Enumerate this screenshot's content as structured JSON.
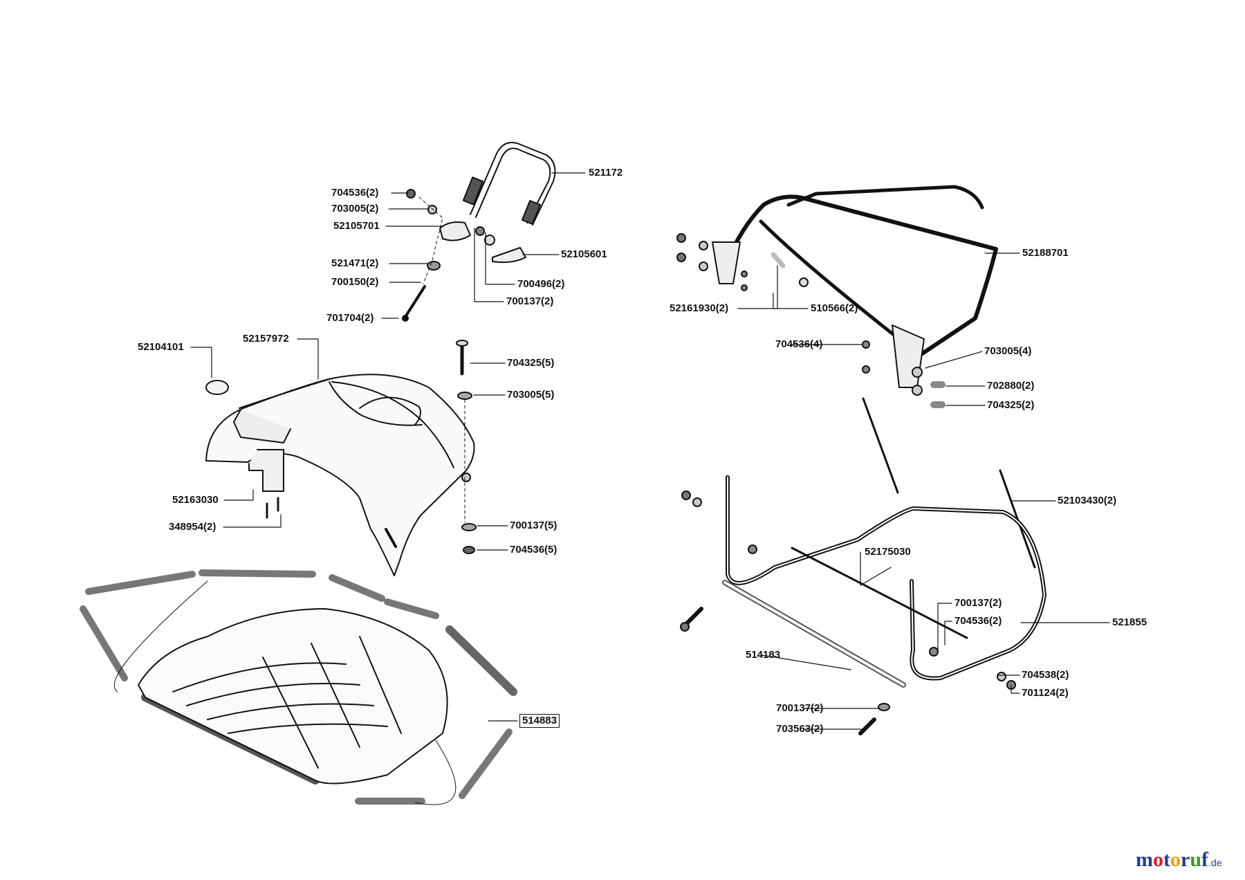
{
  "labels": [
    {
      "id": "521172",
      "text": "521172"
    },
    {
      "id": "704536-2-a",
      "text": "704536(2)"
    },
    {
      "id": "703005-2",
      "text": "703005(2)"
    },
    {
      "id": "52105701",
      "text": "52105701"
    },
    {
      "id": "52105601",
      "text": "52105601"
    },
    {
      "id": "521471-2",
      "text": "521471(2)"
    },
    {
      "id": "700150-2",
      "text": "700150(2)"
    },
    {
      "id": "700496-2",
      "text": "700496(2)"
    },
    {
      "id": "700137-2-a",
      "text": "700137(2)"
    },
    {
      "id": "701704-2",
      "text": "701704(2)"
    },
    {
      "id": "52104101",
      "text": "52104101"
    },
    {
      "id": "52157972",
      "text": "52157972"
    },
    {
      "id": "704325-5",
      "text": "704325(5)"
    },
    {
      "id": "703005-5",
      "text": "703005(5)"
    },
    {
      "id": "52163030",
      "text": "52163030"
    },
    {
      "id": "348954-2",
      "text": "348954(2)"
    },
    {
      "id": "700137-5",
      "text": "700137(5)"
    },
    {
      "id": "704536-5",
      "text": "704536(5)"
    },
    {
      "id": "514883",
      "text": "514883"
    },
    {
      "id": "52188701",
      "text": "52188701"
    },
    {
      "id": "510566-2",
      "text": "510566(2)"
    },
    {
      "id": "52161930-2",
      "text": "52161930(2)"
    },
    {
      "id": "704536-4",
      "text": "704536(4)"
    },
    {
      "id": "703005-4",
      "text": "703005(4)"
    },
    {
      "id": "702880-2",
      "text": "702880(2)"
    },
    {
      "id": "704325-2",
      "text": "704325(2)"
    },
    {
      "id": "52103430-2",
      "text": "52103430(2)"
    },
    {
      "id": "52175030",
      "text": "52175030"
    },
    {
      "id": "700137-2-b",
      "text": "700137(2)"
    },
    {
      "id": "704536-2-b",
      "text": "704536(2)"
    },
    {
      "id": "521855",
      "text": "521855"
    },
    {
      "id": "514183",
      "text": "514183"
    },
    {
      "id": "704538-2",
      "text": "704538(2)"
    },
    {
      "id": "701124-2",
      "text": "701124(2)"
    },
    {
      "id": "700137-2-c",
      "text": "700137(2)"
    },
    {
      "id": "703563-2",
      "text": "703563(2)"
    }
  ],
  "brand": {
    "letters": [
      "m",
      "o",
      "t",
      "o",
      "r",
      "u",
      "f"
    ],
    "colors": [
      "#1f3f8f",
      "#d42020",
      "#1f3f8f",
      "#e8a400",
      "#1f3f8f",
      "#3a9a2a",
      "#1f3f8f"
    ],
    "tld": ".de"
  }
}
